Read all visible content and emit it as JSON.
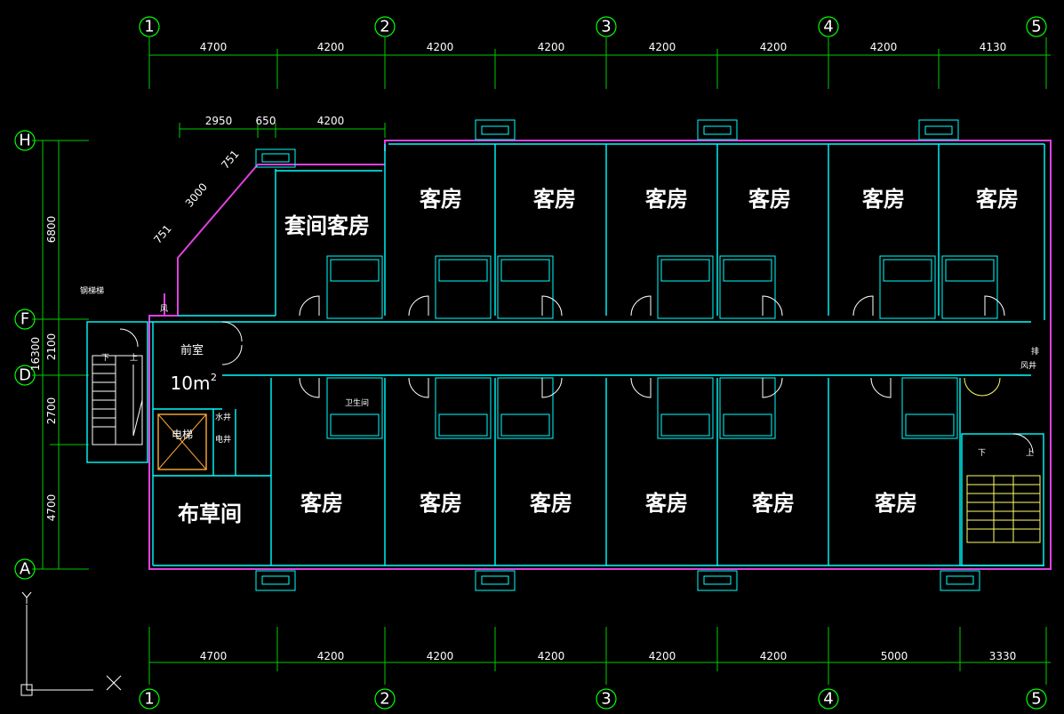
{
  "grid_axes": {
    "columns": [
      "1",
      "2",
      "3",
      "4",
      "5"
    ],
    "rows": [
      "H",
      "F",
      "D",
      "A"
    ]
  },
  "dimensions": {
    "top": [
      "4700",
      "4200",
      "4200",
      "4200",
      "4200",
      "4200",
      "4200",
      "4130"
    ],
    "bottom": [
      "4700",
      "4200",
      "4200",
      "4200",
      "4200",
      "4200",
      "5000",
      "3330"
    ],
    "left": [
      "6800",
      "2100",
      "2700",
      "4700"
    ],
    "left_total": "16300",
    "suite_top": [
      "2950",
      "650",
      "4200"
    ],
    "diagonal": [
      "751",
      "3000",
      "751"
    ]
  },
  "rooms": {
    "guest_room": "客房",
    "suite": "套间客房",
    "linen": "布草间",
    "lobby": "前室",
    "lobby_area": "10m",
    "lobby_area_sup": "2",
    "elevator": "电梯"
  },
  "small_labels": {
    "stair_left": "钢梯梯",
    "down": "下",
    "up": "上",
    "wind": "风",
    "water_shaft": "水井",
    "elec_shaft": "电井",
    "bathroom": "卫生间",
    "wind_shaft": "风井",
    "drain": "排"
  },
  "colors": {
    "wall": "#00ffff",
    "outline": "#e040e0",
    "dimension": "#00cc00",
    "stair": "#ffff66"
  }
}
